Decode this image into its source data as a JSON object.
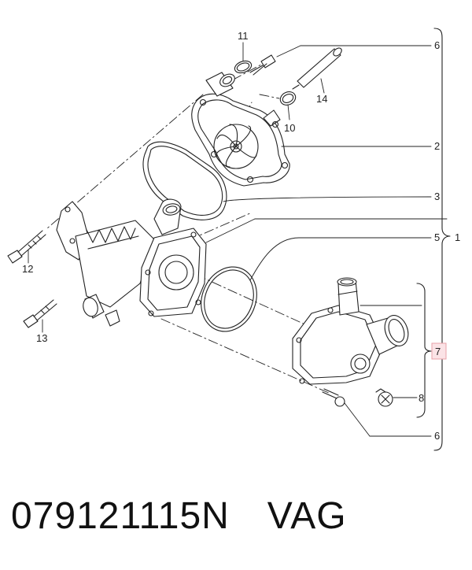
{
  "callouts": {
    "n1": "1",
    "n2": "2",
    "n3": "3",
    "n5": "5",
    "n6_top": "6",
    "n6_bottom": "6",
    "n7": "7",
    "n8": "8",
    "n10": "10",
    "n11": "11",
    "n12": "12",
    "n13": "13",
    "n14": "14"
  },
  "highlight": {
    "color": "#e8a0a8",
    "fill": "#fbe3e6",
    "label_color": "#c03040"
  },
  "caption": {
    "part_number": "079121115N",
    "brand": "VAG"
  }
}
